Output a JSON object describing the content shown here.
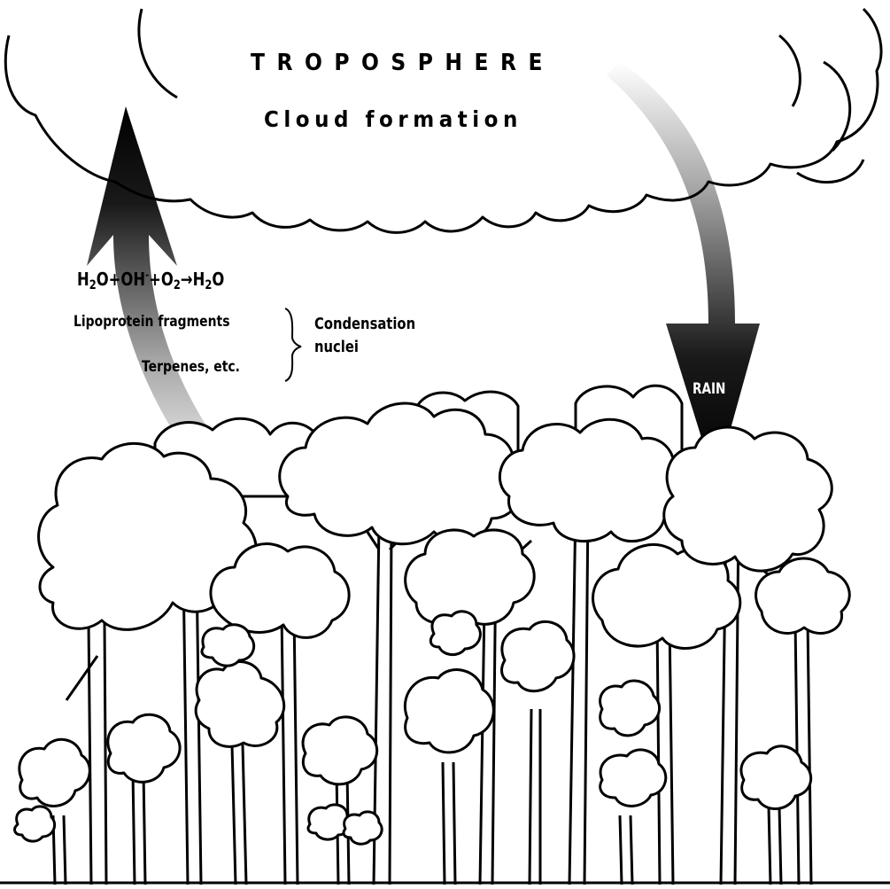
{
  "title": "TROPOSPHERE",
  "subtitle": "Cloud formation",
  "equation": {
    "h2o_a": "H",
    "sub_a": "2",
    "o_a": "O+OH",
    "sup_minus": "-",
    "plus_o": "+O",
    "sub_b": "2",
    "arrow": "→H",
    "sub_c": "2",
    "o_c": "O"
  },
  "items": {
    "lipoprotein": "Lipoprotein fragments",
    "terpenes": "Terpenes, etc."
  },
  "condensation": {
    "line1": "Condensation",
    "line2": "nuclei"
  },
  "rain_label": "RAIN"
}
